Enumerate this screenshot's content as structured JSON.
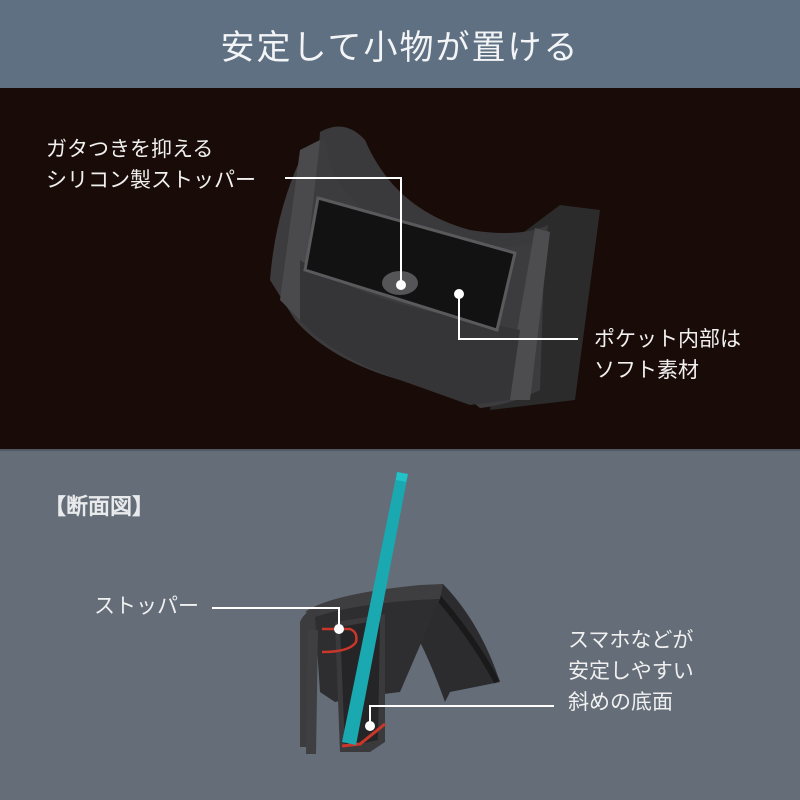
{
  "header": {
    "title": "安定して小物が置ける"
  },
  "product_view": {
    "callout_stopper": {
      "lines": [
        "ガタつきを抑える",
        "シリコン製ストッパー"
      ]
    },
    "callout_pocket": {
      "lines": [
        "ポケット内部は",
        "ソフト素材"
      ]
    }
  },
  "cross_section": {
    "title": "【断面図】",
    "callout_stopper": {
      "label": "ストッパー"
    },
    "callout_bottom": {
      "lines": [
        "スマホなどが",
        "安定しやすい",
        "斜めの底面"
      ]
    }
  },
  "colors": {
    "header_bg": "#5f7083",
    "dark_bg": "#190b07",
    "section_bg": "#646d78",
    "phone": "#1aa9b0",
    "stopper_red": "#c9362a"
  }
}
